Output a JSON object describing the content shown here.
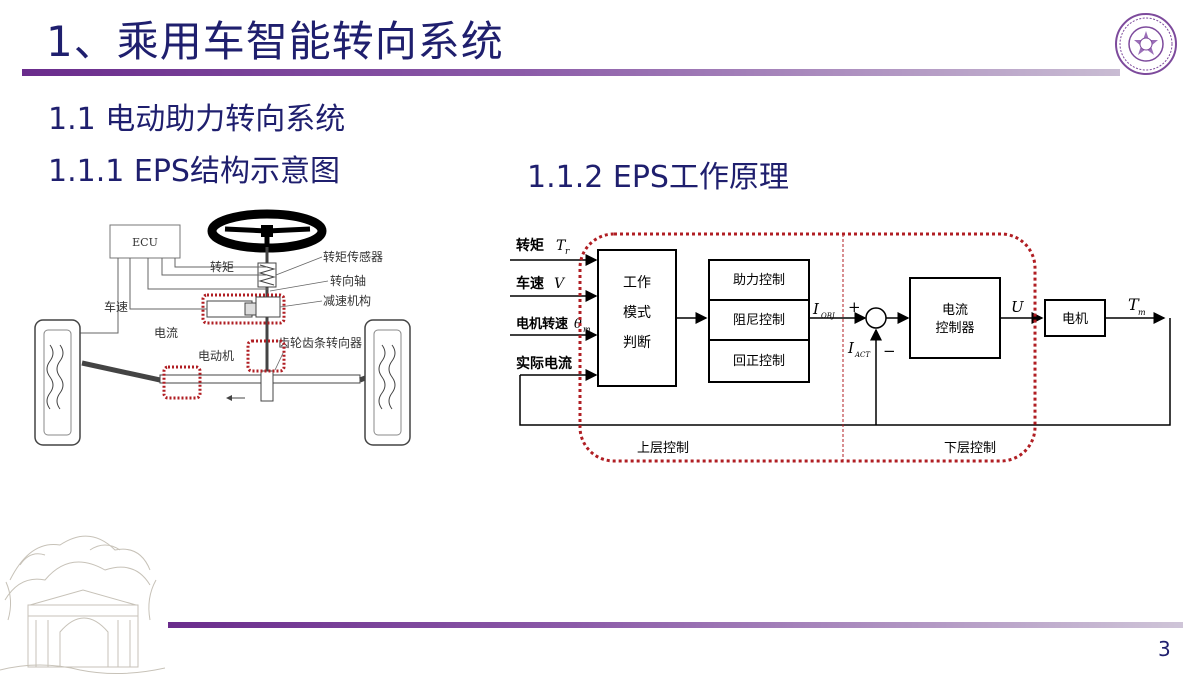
{
  "slide": {
    "title": "1、乘用车智能转向系统",
    "subtitle": "1.1  电动助力转向系统",
    "section_left": "1.1.1 EPS结构示意图",
    "section_right": "1.1.2  EPS工作原理",
    "page_number": "3"
  },
  "structure_diagram": {
    "ecu": "ECU",
    "torque": "转矩",
    "torque_sensor": "转矩传感器",
    "steering_shaft": "转向轴",
    "reducer": "减速机构",
    "vehicle_speed": "车速",
    "current": "电流",
    "motor": "电动机",
    "rack_gear": "齿轮齿条转向器"
  },
  "principle_diagram": {
    "input_torque": "转矩",
    "input_torque_sym": "T",
    "input_torque_sub": "r",
    "input_speed": "车速",
    "input_speed_sym": "V",
    "input_motor_speed": "电机转速",
    "input_motor_speed_sym": "θ",
    "input_motor_speed_sub": "m",
    "input_actual_current": "实际电流",
    "mode_line1": "工作",
    "mode_line2": "模式",
    "mode_line3": "判断",
    "assist_control": "助力控制",
    "damping_control": "阻尼控制",
    "return_control": "回正控制",
    "i_obj": "I",
    "i_obj_sub": "OBJ",
    "i_act": "I",
    "i_act_sub": "ACT",
    "plus": "+",
    "minus": "−",
    "current_ctrl_line1": "电流",
    "current_ctrl_line2": "控制器",
    "u_label": "U",
    "motor": "电机",
    "tm": "T",
    "tm_sub": "m",
    "upper_control": "上层控制",
    "lower_control": "下层控制"
  },
  "colors": {
    "title": "#1f1f6e",
    "accent_purple": "#6a2c8c",
    "highlight_red": "#b01e23"
  }
}
